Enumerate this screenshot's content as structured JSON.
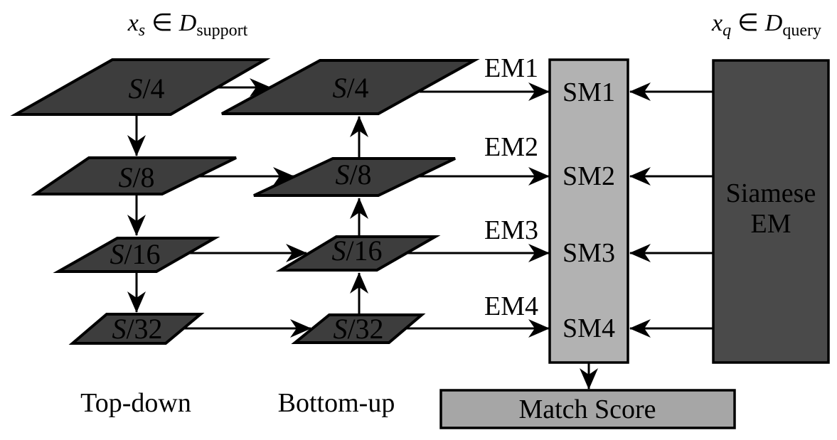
{
  "figure": {
    "support_set_label": {
      "variable": "x",
      "variable_sub": "s",
      "element_of": "∈",
      "domain": "D",
      "domain_sub": "support"
    },
    "query_set_label": {
      "variable": "x",
      "variable_sub": "q",
      "element_of": "∈",
      "domain": "D",
      "domain_sub": "query"
    },
    "top_down": {
      "caption": "Top-down",
      "levels": [
        {
          "scale": "S",
          "fraction": "/4"
        },
        {
          "scale": "S",
          "fraction": "/8"
        },
        {
          "scale": "S",
          "fraction": "/16"
        },
        {
          "scale": "S",
          "fraction": "/32"
        }
      ]
    },
    "bottom_up": {
      "caption": "Bottom-up",
      "levels": [
        {
          "scale": "S",
          "fraction": "/4"
        },
        {
          "scale": "S",
          "fraction": "/8"
        },
        {
          "scale": "S",
          "fraction": "/16"
        },
        {
          "scale": "S",
          "fraction": "/32"
        }
      ]
    },
    "embedding_modules": [
      "EM1",
      "EM2",
      "EM3",
      "EM4"
    ],
    "similarity_modules": [
      "SM1",
      "SM2",
      "SM3",
      "SM4"
    ],
    "siamese": {
      "line1": "Siamese",
      "line2": "EM"
    },
    "match_score": "Match Score",
    "colors": {
      "plane_fill": "#3d3d3d",
      "siamese_fill": "#4a4a4a",
      "sm_fill": "#b2b2b2",
      "match_fill": "#a6a6a6",
      "ink": "#000000",
      "background": "#ffffff"
    }
  }
}
